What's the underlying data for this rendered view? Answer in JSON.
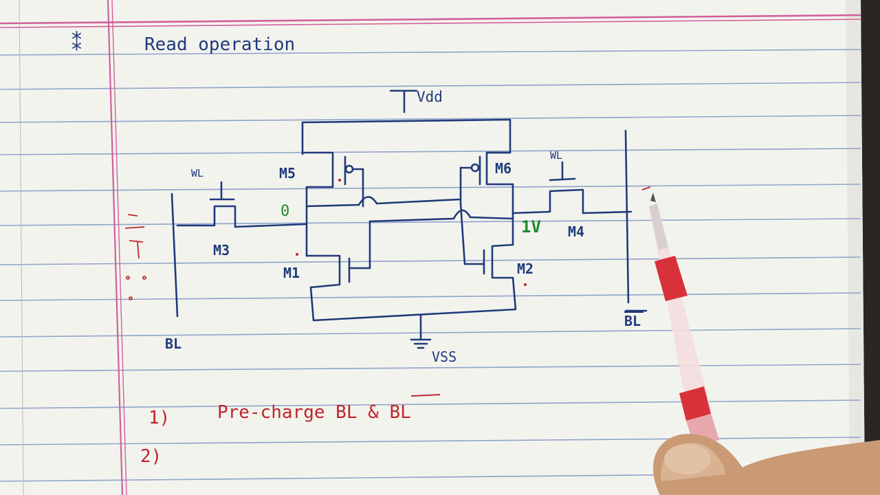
{
  "notebook": {
    "bullet": "⁑",
    "heading": "Read operation",
    "supply_top": "Vdd",
    "supply_bottom": "VSS",
    "node_left_value": "0",
    "node_right_value": "1V",
    "bitline_left": "BL",
    "bitline_right": "BL",
    "steps": [
      {
        "number": "1)",
        "text": "Pre-charge BL & BL"
      },
      {
        "number": "2)",
        "text": ""
      }
    ],
    "transistors": {
      "m1": "M1",
      "m2": "M2",
      "m3": "M3",
      "m4": "M4",
      "m5": "M5",
      "m6": "M6"
    },
    "wordline_left": "WL",
    "wordline_right": "WL"
  },
  "colors": {
    "ink_blue": "#1f3a7a",
    "ink_red": "#c0242a",
    "ink_green": "#1e8a2e",
    "margin_line": "#d0609a",
    "ruled_line": "#8fa3c9",
    "paper": "#f3f3ee"
  }
}
